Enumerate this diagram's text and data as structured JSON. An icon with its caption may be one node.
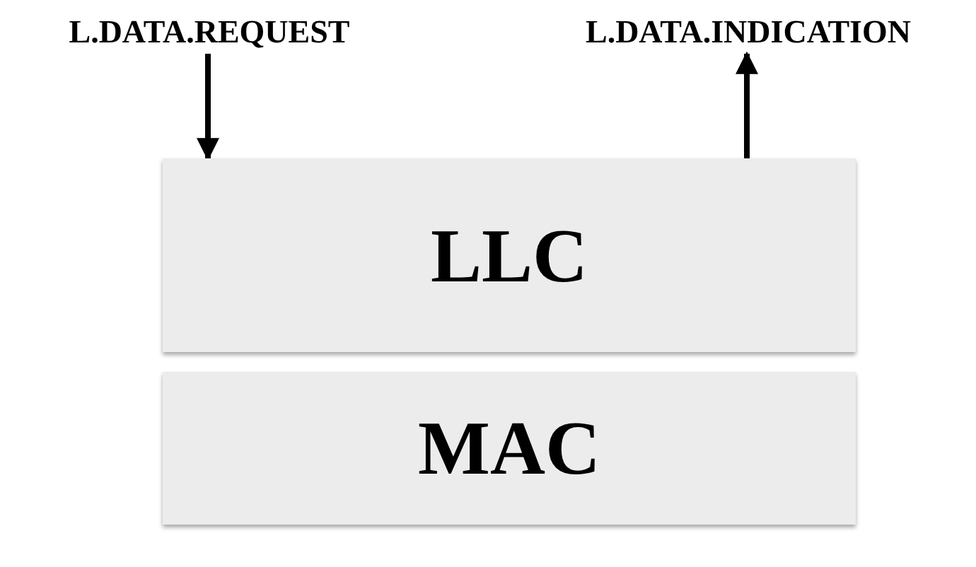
{
  "diagram": {
    "nodes": [
      {
        "text": [
          "L.DATA.REQUEST"
        ]
      },
      {
        "text": [
          "L.DATA.INDICATION"
        ]
      },
      {
        "text": [
          "LLC"
        ]
      },
      {
        "text": [
          "MAC"
        ]
      }
    ],
    "edges": [
      {
        "from": 0,
        "to": 2,
        "arrow": "to"
      },
      {
        "from": 2,
        "to": 1,
        "arrow": "to"
      }
    ]
  }
}
